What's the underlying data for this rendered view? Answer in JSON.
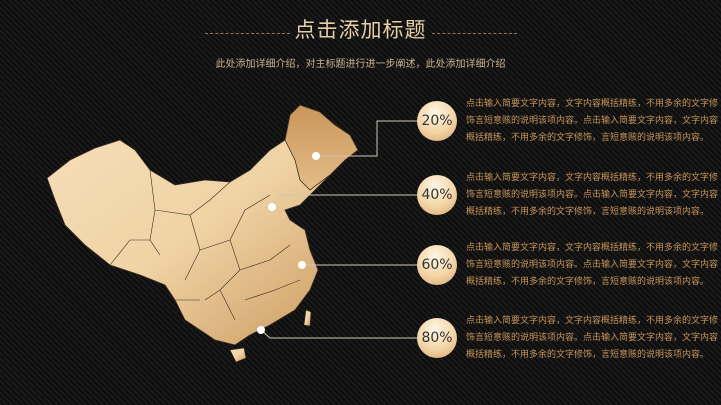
{
  "header": {
    "title": "点击添加标题",
    "subtitle": "此处添加详细介绍，对主标题进行进一步阐述，此处添加详细介绍"
  },
  "items": [
    {
      "percent": "20%",
      "text": "点击输入简要文字内容，文字内容概括精练，不用多余的文字修饰言短意赅的说明该项内容。点击输入简要文字内容，文字内容概括精练，不用多余的文字修饰，言短意赅的说明该项内容。"
    },
    {
      "percent": "40%",
      "text": "点击输入简要文字内容，文字内容概括精练，不用多余的文字修饰言短意赅的说明该项内容。点击输入简要文字内容，文字内容概括精练，不用多余的文字修饰，言短意赅的说明该项内容。"
    },
    {
      "percent": "60%",
      "text": "点击输入简要文字内容，文字内容概括精练，不用多余的文字修饰言短意赅的说明该项内容。点击输入简要文字内容，文字内容概括精练，不用多余的文字修饰，言短意赅的说明该项内容。"
    },
    {
      "percent": "80%",
      "text": "点击输入简要文字内容，文字内容概括精练，不用多余的文字修饰言短意赅的说明该项内容。点击输入简要文字内容，文字内容概括精练，不用多余的文字修饰，言短意赅的说明该项内容。"
    }
  ],
  "colors": {
    "gold": "#c9955a",
    "light": "#fbe7c9"
  }
}
